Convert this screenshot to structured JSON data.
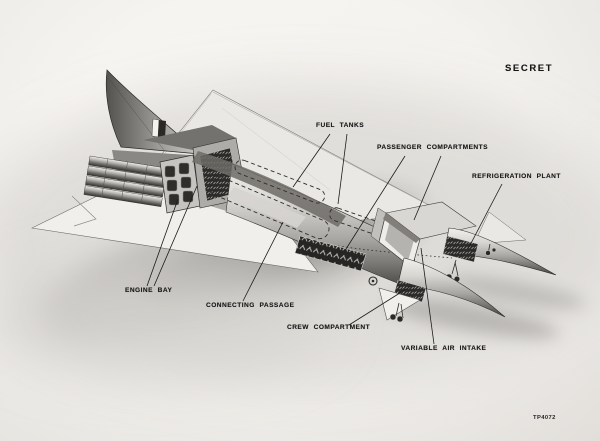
{
  "photo": {
    "classification": "SECRET",
    "reference_number": "TP4072"
  },
  "callouts": [
    {
      "key": "fuel_tanks",
      "label": "FUEL TANKS"
    },
    {
      "key": "passenger_compartments",
      "label": "PASSENGER COMPARTMENTS"
    },
    {
      "key": "refrigeration_plant",
      "label": "REFRIGERATION PLANT"
    },
    {
      "key": "engine_bay",
      "label": "ENGINE BAY"
    },
    {
      "key": "connecting_passage",
      "label": "CONNECTING PASSAGE"
    },
    {
      "key": "crew_compartment",
      "label": "CREW COMPARTMENT"
    },
    {
      "key": "variable_air_intake",
      "label": "VARIABLE AIR INTAKE"
    }
  ],
  "colors": {
    "paper": "#f4f2ee",
    "ink": "#1c1b19",
    "shadow_grey": "#aeaca8",
    "surface_light": "#eceae6",
    "surface_dark": "#56544f",
    "cutaway_dark": "#2c2b29"
  }
}
